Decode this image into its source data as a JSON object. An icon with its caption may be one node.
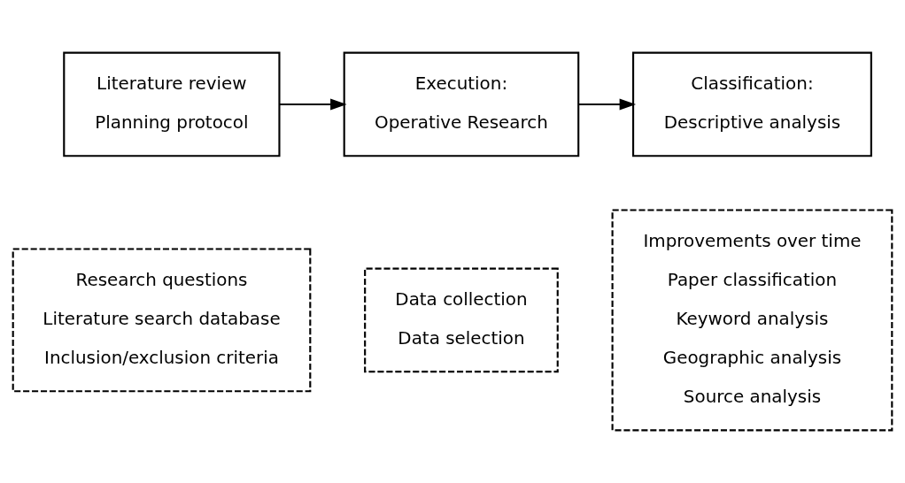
{
  "diagram": {
    "nodes": [
      {
        "text": [
          "Literature review",
          "Planning protocol"
        ]
      },
      {
        "text": [
          "Execution:",
          "Operative Research"
        ]
      },
      {
        "text": [
          "Classification:",
          "Descriptive analysis"
        ]
      },
      {
        "text": [
          "Research questions",
          "Literature search database",
          "Inclusion/exclusion criteria"
        ]
      },
      {
        "text": [
          "Data collection",
          "Data selection"
        ]
      },
      {
        "text": [
          "Improvements over time",
          "Paper classification",
          "Keyword analysis",
          "Geographic analysis",
          "Source analysis"
        ]
      }
    ],
    "edges": [
      {
        "from": 0,
        "to": 1,
        "arrow": "to"
      },
      {
        "from": 1,
        "to": 2,
        "arrow": "to"
      }
    ]
  }
}
